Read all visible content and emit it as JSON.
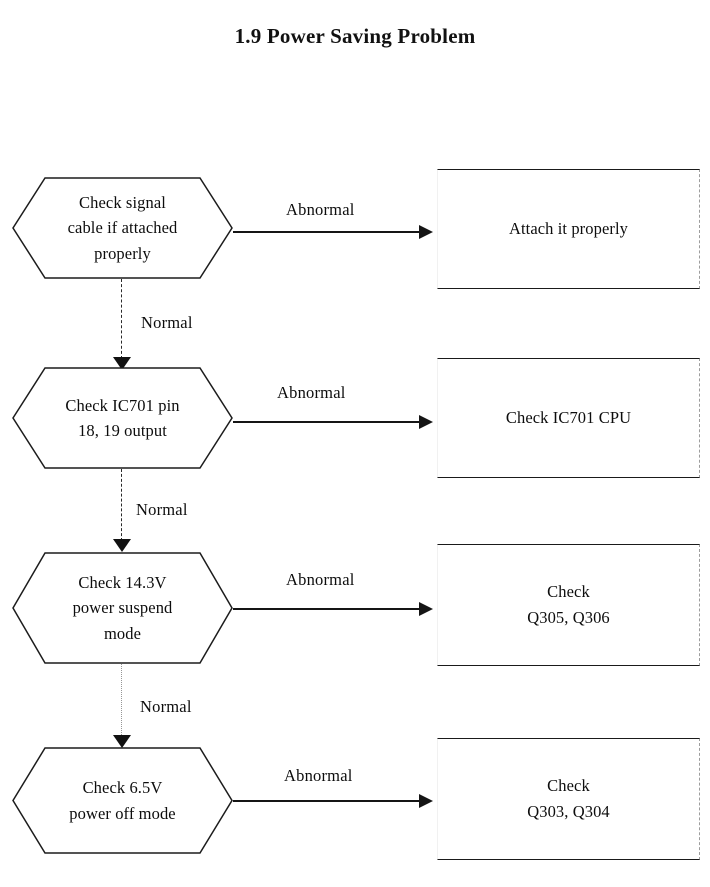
{
  "document": {
    "title": "1.9 Power Saving Problem"
  },
  "flow": {
    "branch_abnormal_label": "Abnormal",
    "branch_normal_label": "Normal",
    "steps": [
      {
        "decision": "Check signal\ncable if attached\nproperly",
        "abnormal_label": "Abnormal",
        "abnormal_result": "Attach it properly",
        "normal_label": "Normal"
      },
      {
        "decision": "Check IC701 pin\n18, 19 output",
        "abnormal_label": "Abnormal",
        "abnormal_result": "Check IC701 CPU",
        "normal_label": "Normal"
      },
      {
        "decision": "Check 14.3V\npower suspend\nmode",
        "abnormal_label": "Abnormal",
        "abnormal_result": "Check\nQ305, Q306",
        "normal_label": "Normal"
      },
      {
        "decision": "Check 6.5V\npower off mode",
        "abnormal_label": "Abnormal",
        "abnormal_result": "Check\nQ303, Q304",
        "normal_label": ""
      }
    ]
  },
  "colors": {
    "ink": "#1a1a1a",
    "paper": "#ffffff"
  }
}
